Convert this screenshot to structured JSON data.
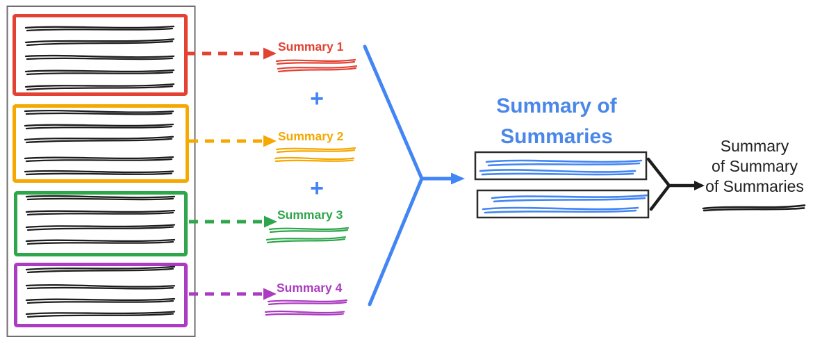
{
  "diagram": {
    "title": "Summarization of summaries diagram",
    "colors": {
      "red": "#E34132",
      "orange": "#F5A800",
      "green": "#2EA64B",
      "purple": "#AB3BC0",
      "blue": "#4285F4",
      "title_blue": "#4A87E8",
      "ink_black": "#1D1D1D",
      "container_border": "#6E6E6E"
    },
    "source_document": {
      "description": "document with four highlighted chunks",
      "sections": [
        {
          "color_name": "red",
          "line_count": 5
        },
        {
          "color_name": "orange",
          "line_count": 5
        },
        {
          "color_name": "green",
          "line_count": 4
        },
        {
          "color_name": "purple",
          "line_count": 4
        }
      ]
    },
    "summaries": [
      {
        "label": "Summary 1",
        "color_name": "red"
      },
      {
        "label": "Summary 2",
        "color_name": "orange"
      },
      {
        "label": "Summary 3",
        "color_name": "green"
      },
      {
        "label": "Summary 4",
        "color_name": "purple"
      }
    ],
    "plus_sign": "+",
    "summary_of_summaries": {
      "title_lines": [
        "Summary of",
        "Summaries"
      ],
      "box_count": 2
    },
    "final_summary": {
      "label_lines": [
        "Summary",
        "of Summary",
        "of Summaries"
      ]
    }
  }
}
